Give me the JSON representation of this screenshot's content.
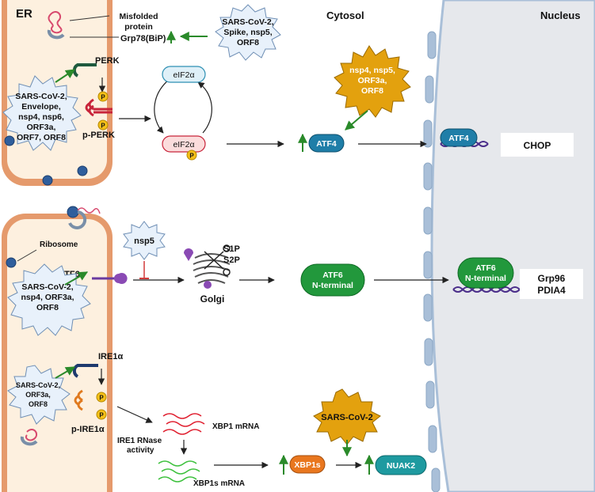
{
  "regions": {
    "er": "ER",
    "cytosol": "Cytosol",
    "nucleus": "Nucleus"
  },
  "labels": {
    "misfolded_1": "Misfolded",
    "misfolded_2": "protein",
    "grp78": "Grp78(BiP)",
    "perk": "PERK",
    "p_perk": "p-PERK",
    "eif2a": "eIF2α",
    "eif2a_p": "eIF2α",
    "atf4": "ATF4",
    "atf4_nuc": "ATF4",
    "chop": "CHOP",
    "ribosome": "Ribosome",
    "atf6": "ATF6",
    "s1p": "S1P",
    "s2p": "S2P",
    "golgi": "Golgi",
    "atf6_nterm_1": "ATF6",
    "atf6_nterm_2": "N-terminal",
    "atf6_nuc_1": "ATF6",
    "atf6_nuc_2": "N-terminal",
    "grp96": "Grp96",
    "pdia4": "PDIA4",
    "ire1a": "IRE1α",
    "p_ire1a": "p-IRE1α",
    "rnase_1": "IRE1 RNase",
    "rnase_2": "activity",
    "xbp1_mrna": "XBP1 mRNA",
    "xbp1s_mrna": "XBP1s mRNA",
    "xbp1s": "XBP1s",
    "nuak2": "NUAK2",
    "p": "P"
  },
  "viral_stars": {
    "grp78_sars": [
      "SARS-CoV-2,",
      "Spike, nsp5,",
      "ORF8"
    ],
    "perk_sars": [
      "SARS-CoV-2,",
      "Envelope,",
      "nsp4, nsp6,",
      "ORF3a,",
      "ORF7, ORF8"
    ],
    "atf4_sars": [
      "nsp4, nsp5,",
      "ORF3a,",
      "ORF8"
    ],
    "nsp5": [
      "nsp5"
    ],
    "atf6_sars": [
      "SARS-CoV-2,",
      "nsp4, ORF3a,",
      "ORF8"
    ],
    "ire1_sars": [
      "SARS-CoV-2,",
      "ORF3a,",
      "ORF8"
    ],
    "nuak2_sars": [
      "SARS-CoV-2"
    ]
  },
  "colors": {
    "er_membrane": "#e59a6c",
    "er_lumen": "#fdf0df",
    "nucleus_fill": "#e6e8ec",
    "nuclear_pore": "#a9bfd8",
    "ribosome": "#2f5e9c",
    "viral_star_blue": "#e8f1fb",
    "viral_star_orange": "#e3a10e",
    "virus_arrow": "#2a8a2a",
    "atf4_pill": "#1f7ea8",
    "atf6_pill": "#22983c",
    "xbp1s_pill": "#e9771f",
    "nuak2_pill": "#1e9aa0",
    "eif2a_fill": "#dff0f8",
    "eif2a_p_fill": "#fbdcdc",
    "phosphate": "#f5c018",
    "inhibition": "#d23b3b",
    "dna": "#4a2d8a"
  }
}
